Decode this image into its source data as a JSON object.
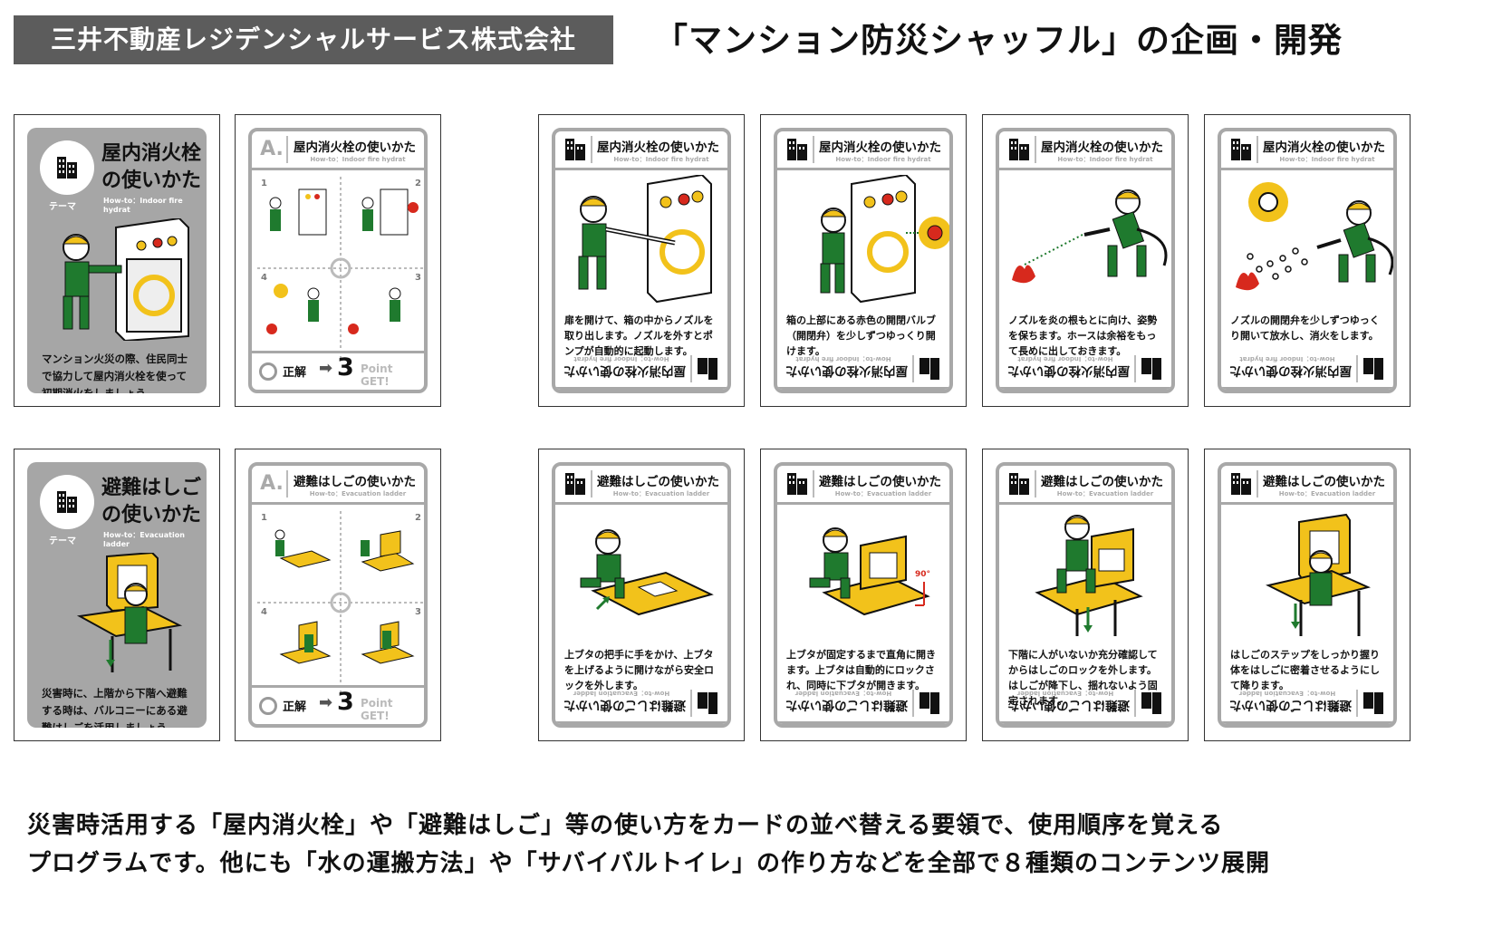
{
  "company": "三井不動産レジデンシャルサービス株式会社",
  "headline": "「マンション防災シャッフル」の企画・開発",
  "rows": [
    {
      "theme": {
        "title_line1": "屋内消火栓",
        "title_line2": "の使いかた",
        "tag": "テーマ",
        "subtitle": "How-to：Indoor fire hydrat",
        "description": "マンション火災の際、住民同士で協力して屋内消火栓を使って初期消火をしましょう。"
      },
      "answer": {
        "letter": "A.",
        "title": "屋内消火栓の使いかた",
        "subtitle": "How-to：Indoor fire hydrat",
        "correct_label": "正解",
        "arrow": "➡",
        "points": "3",
        "point_text": "Point GET!",
        "step_numbers": [
          "1",
          "2",
          "4",
          "3"
        ]
      },
      "steps": [
        {
          "title": "屋内消火栓の使いかた",
          "subtitle": "How-to：Indoor fire hydrat",
          "description": "扉を開けて、箱の中からノズルを取り出します。ノズルを外すとポンプが自動的に起動します。"
        },
        {
          "title": "屋内消火栓の使いかた",
          "subtitle": "How-to：Indoor fire hydrat",
          "description": "箱の上部にある赤色の開閉バルブ（開閉弁）を少しずつゆっくり開けます。"
        },
        {
          "title": "屋内消火栓の使いかた",
          "subtitle": "How-to：Indoor fire hydrat",
          "description": "ノズルを炎の根もとに向け、姿勢を保ちます。ホースは余裕をもって長めに出しておきます。"
        },
        {
          "title": "屋内消火栓の使いかた",
          "subtitle": "How-to：Indoor fire hydrat",
          "description": "ノズルの開閉弁を少しずつゆっくり開いて放水し、消火をします。"
        }
      ]
    },
    {
      "theme": {
        "title_line1": "避難はしご",
        "title_line2": "の使いかた",
        "tag": "テーマ",
        "subtitle": "How-to：Evacuation ladder",
        "description": "災害時に、上階から下階へ避難する時は、バルコニーにある避難はしごを活用しましょう。"
      },
      "answer": {
        "letter": "A.",
        "title": "避難はしごの使いかた",
        "subtitle": "How-to：Evacuation ladder",
        "correct_label": "正解",
        "arrow": "➡",
        "points": "3",
        "point_text": "Point GET!",
        "step_numbers": [
          "1",
          "2",
          "4",
          "3"
        ]
      },
      "steps": [
        {
          "title": "避難はしごの使いかた",
          "subtitle": "How-to：Evacuation ladder",
          "description": "上ブタの把手に手をかけ、上ブタを上げるように開けながら安全ロックを外します。"
        },
        {
          "title": "避難はしごの使いかた",
          "subtitle": "How-to：Evacuation ladder",
          "description": "上ブタが固定するまで直角に開きます。上ブタは自動的にロックされ、同時に下ブタが開きます。"
        },
        {
          "title": "避難はしごの使いかた",
          "subtitle": "How-to：Evacuation ladder",
          "description": "下階に人がいないか充分確認してからはしごのロックを外します。はしごが降下し、揺れないよう固定されます。"
        },
        {
          "title": "避難はしごの使いかた",
          "subtitle": "How-to：Evacuation ladder",
          "description": "はしごのステップをしっかり握り体をはしごに密着させるようにして降ります。"
        }
      ]
    }
  ],
  "footer": {
    "line1": "災害時活用する「屋内消火栓」や「避難はしご」等の使い方をカードの並べ替える要領で、使用順序を覚える",
    "line2": "プログラムです。他にも「水の運搬方法」や「サバイバルトイレ」の作り方などを全部で８種類のコンテンツ展開"
  },
  "colors": {
    "green": "#1f7a2e",
    "yellow": "#f2c21b",
    "red": "#d7291d",
    "gray": "#a6a6a6",
    "banner": "#5c5c5c"
  }
}
